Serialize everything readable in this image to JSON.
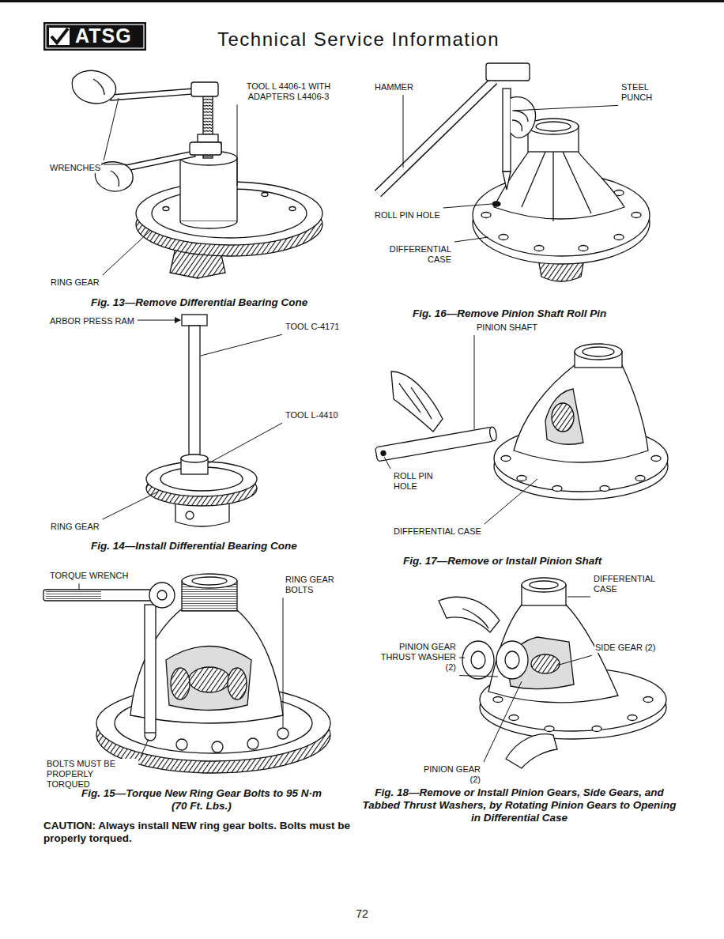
{
  "diagram": {
    "title": "Technical Service Information",
    "labels": [
      "ATSG",
      "TOOL L 4406-1 WITH ADAPTERS L4406-3",
      "WRENCHES",
      "RING GEAR",
      "Fig. 13—Remove Differential Bearing Cone",
      "ARBOR PRESS RAM",
      "TOOL C-4171",
      "TOOL L-4410",
      "RING GEAR",
      "Fig. 14—Install Differential Bearing Cone",
      "TORQUE WRENCH",
      "RING GEAR BOLTS",
      "BOLTS MUST BE PROPERLY TORQUED",
      "Fig. 15—Torque New Ring Gear Bolts to 95 N·m (70 Ft. Lbs.)",
      "CAUTION: Always install NEW ring gear bolts. Bolts must be properly torqued.",
      "HAMMER",
      "STEEL PUNCH",
      "ROLL PIN HOLE",
      "DIFFERENTIAL CASE",
      "Fig. 16—Remove Pinion Shaft Roll Pin",
      "PINION SHAFT",
      "ROLL PIN HOLE",
      "DIFFERENTIAL CASE",
      "Fig. 17—Remove or Install Pinion Shaft",
      "DIFFERENTIAL CASE",
      "PINION GEAR THRUST WASHER (2)",
      "SIDE GEAR (2)",
      "PINION GEAR (2)",
      "Fig. 18—Remove or Install Pinion Gears, Side Gears, and Tabbed Thrust Washers, by Rotating Pinion Gears to Opening in Differential Case",
      "72"
    ]
  }
}
